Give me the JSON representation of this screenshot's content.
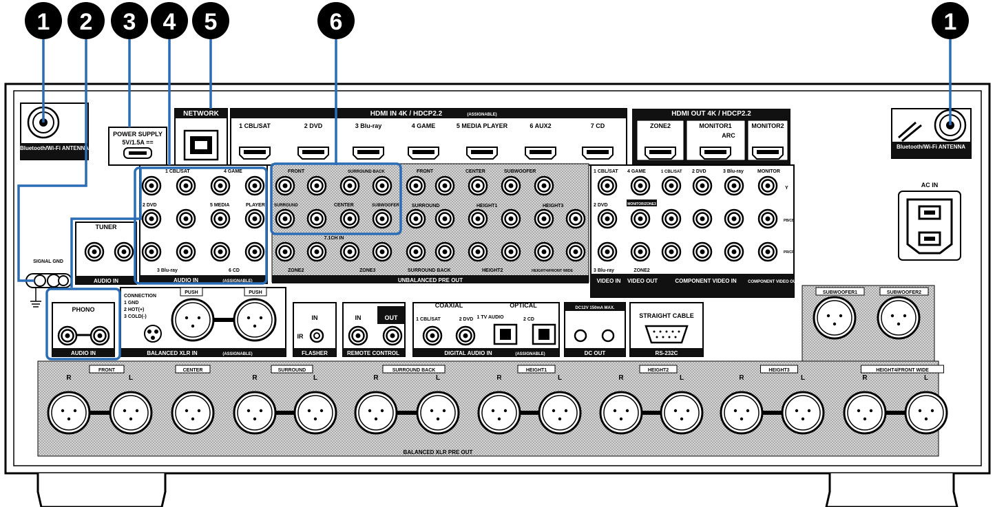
{
  "callouts": [
    "1",
    "2",
    "3",
    "4",
    "5",
    "6",
    "1"
  ],
  "panels": {
    "antenna_left": "Bluetooth/Wi-Fi\nANTENNA",
    "antenna_right": "Bluetooth/Wi-Fi\nANTENNA",
    "power_supply": "POWER SUPPLY",
    "power_rating": "5V/1.5A ==",
    "network": "NETWORK",
    "hdmi_in": "HDMI IN   4K / HDCP2.2",
    "hdmi_in_assignable": "(ASSIGNABLE)",
    "hdmi_in_ports": [
      "1 CBL/SAT",
      "2 DVD",
      "3 Blu-ray",
      "4 GAME",
      "5 MEDIA PLAYER",
      "6 AUX2",
      "7 CD"
    ],
    "hdmi_out": "HDMI OUT   4K / HDCP2.2",
    "hdmi_out_ports": [
      "ZONE2",
      "MONITOR1",
      "MONITOR2"
    ],
    "arc": "ARC",
    "ac_in": "AC IN",
    "tuner": "TUNER",
    "audio_in": "AUDIO IN",
    "audio_in_assignable": "AUDIO IN",
    "assignable_tag": "(ASSIGNABLE)",
    "analog_labels": [
      "1 CBL/SAT",
      "4 GAME",
      "2 DVD",
      "5 MEDIA",
      "PLAYER",
      "3 Blu-ray",
      "6 CD"
    ],
    "seven_one": [
      "FRONT",
      "SURROUND BACK",
      "SURROUND",
      "CENTER",
      "SUBWOOFER",
      "7.1CH IN"
    ],
    "pre_out_labels": [
      "FRONT",
      "CENTER",
      "SUBWOOFER",
      "SURROUND",
      "HEIGHT1",
      "HEIGHT3",
      "SURROUND BACK",
      "HEIGHT2",
      "HEIGHT4/FRONT WIDE",
      "ZONE2",
      "ZONE3"
    ],
    "unbalanced_pre_out": "UNBALANCED PRE OUT",
    "video_in_labels": [
      "1 CBL/SAT",
      "4 GAME",
      "2 DVD",
      "3 Blu-ray",
      "MONITOR/ZONE3",
      "ZONE2"
    ],
    "video_in": "VIDEO IN",
    "video_out": "VIDEO OUT",
    "component_labels": [
      "1 CBL/SAT",
      "2 DVD",
      "3 Blu-ray"
    ],
    "component_in": "COMPONENT VIDEO IN",
    "component_out": "COMPONENT VIDEO OUT",
    "monitor": "MONITOR",
    "y": "Y",
    "pb": "PB/CB",
    "pr": "PR/CR",
    "signal_gnd": "SIGNAL GND",
    "phono": "PHONO",
    "connection": [
      "CONNECTION",
      "1 GND",
      "2 HOT(+)",
      "3 COLD(-)"
    ],
    "push": "PUSH",
    "balanced_xlr_in": "BALANCED XLR IN",
    "flasher_in": "IN",
    "ir": "IR",
    "flasher": "FLASHER",
    "remote_in": "IN",
    "remote_out": "OUT",
    "remote_control": "REMOTE CONTROL",
    "coaxial": "COAXIAL",
    "optical": "OPTICAL",
    "digital_labels": [
      "1 CBL/SAT",
      "2 DVD",
      "1 TV AUDIO",
      "2 CD"
    ],
    "digital_audio_in": "DIGITAL AUDIO IN",
    "dc_rating": "DC12V 150mA MAX.",
    "dc_out": "DC OUT",
    "straight_cable": "STRAIGHT CABLE",
    "rs232c": "RS-232C",
    "subwoofer1": "SUBWOOFER1",
    "subwoofer2": "SUBWOOFER2",
    "xlr_groups": [
      "FRONT",
      "CENTER",
      "SURROUND",
      "SURROUND BACK",
      "HEIGHT1",
      "HEIGHT2",
      "HEIGHT3",
      "HEIGHT4/FRONT WIDE"
    ],
    "balanced_xlr_pre_out": "BALANCED XLR PRE OUT",
    "R": "R",
    "L": "L"
  },
  "colors": {
    "callout_line": "#2a6db5",
    "panel_dark": "#111111",
    "panel_gray": "#b8b8b8"
  }
}
